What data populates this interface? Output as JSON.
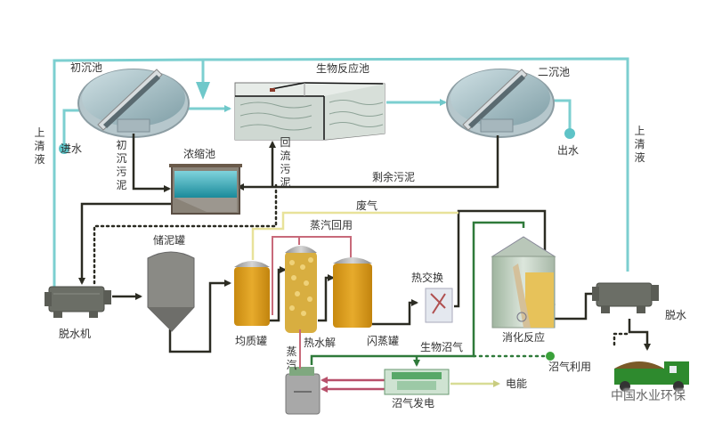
{
  "diagram": {
    "title": "污泥处理及沼气利用工艺流程",
    "colors": {
      "water_line": "#7ccfd0",
      "sludge_line": "#2b2b22",
      "waste_gas_line": "#e8e29a",
      "steam_line": "#c86a7a",
      "biogas_line": "#2f7a3a",
      "tank_fill": "#d89b1a",
      "electricity_line": "#d8dc95"
    },
    "labels": {
      "primary_clarifier": "初沉池",
      "bio_reactor": "生物反应池",
      "secondary_clarifier": "二沉池",
      "influent": "进水",
      "effluent": "出水",
      "supernatant_left": "上清液",
      "supernatant_right": "上清液",
      "primary_sludge": "初沉污泥",
      "return_sludge": "回流污泥",
      "excess_sludge": "剩余污泥",
      "thickener": "浓缩池",
      "dewatering_machine": "脱水机",
      "sludge_storage": "储泥罐",
      "waste_gas": "废气",
      "steam_reuse": "蒸汽回用",
      "homogenization_tank": "均质罐",
      "thermal_hydrolysis": "热水解",
      "flash_tank": "闪蒸罐",
      "heat_exchange": "热交换",
      "digestion_reactor": "消化反应",
      "dewatering": "脱水",
      "biogas": "生物沼气",
      "biogas_utilization": "沼气利用",
      "steam": "蒸汽",
      "biogas_power": "沼气发电",
      "electricity": "电能"
    },
    "watermark": "中国水业环保"
  }
}
